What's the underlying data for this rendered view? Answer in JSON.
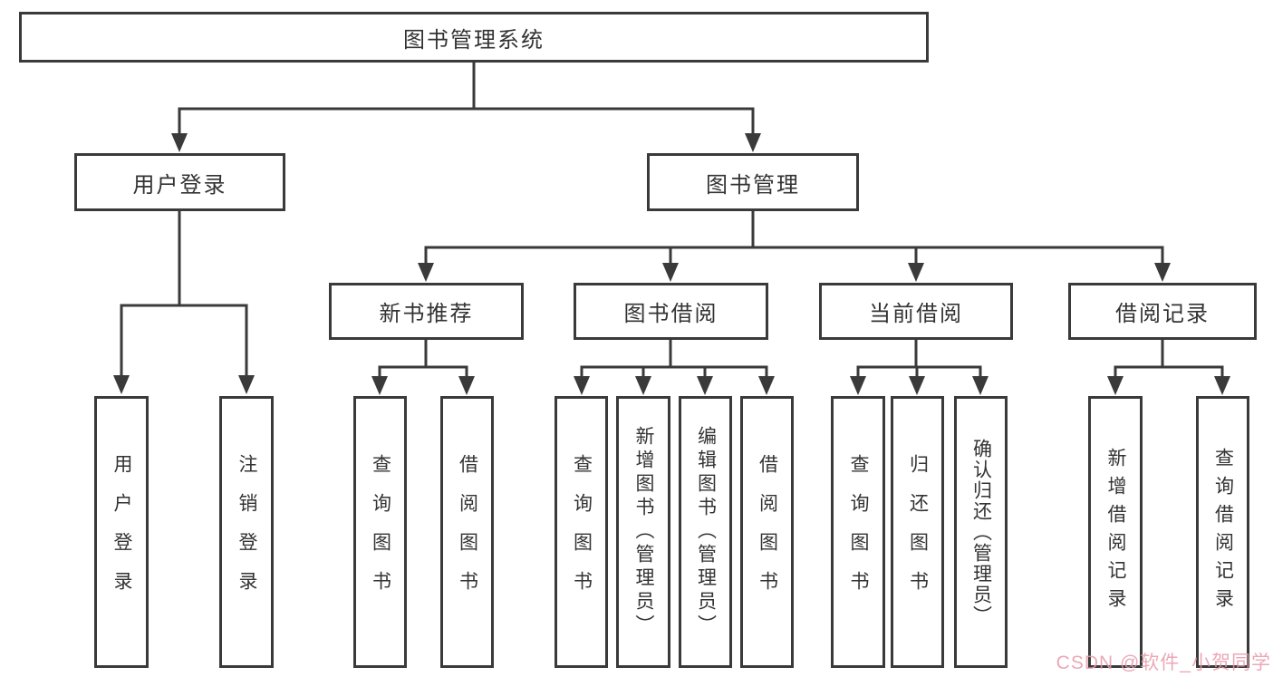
{
  "diagram": {
    "root": {
      "label": "图书管理系统"
    },
    "user_login": {
      "label": "用户登录",
      "children": [
        {
          "label": "用户登录"
        },
        {
          "label": "注销登录"
        }
      ]
    },
    "book_management": {
      "label": "图书管理",
      "groups": [
        {
          "label": "新书推荐",
          "children": [
            {
              "label": "查询图书"
            },
            {
              "label": "借阅图书"
            }
          ]
        },
        {
          "label": "图书借阅",
          "children": [
            {
              "label": "查询图书"
            },
            {
              "label": "新增图书（管理员）"
            },
            {
              "label": "编辑图书（管理员）"
            },
            {
              "label": "借阅图书"
            }
          ]
        },
        {
          "label": "当前借阅",
          "children": [
            {
              "label": "查询图书"
            },
            {
              "label": "归还图书"
            },
            {
              "label": "确认归还（管理员）"
            }
          ]
        },
        {
          "label": "借阅记录",
          "children": [
            {
              "label": "新增借阅记录"
            },
            {
              "label": "查询借阅记录"
            }
          ]
        }
      ]
    }
  },
  "colors": {
    "line": "#3a3a3a",
    "text": "#333333",
    "watermark": "#e89aab"
  },
  "watermark": {
    "text": "CSDN @软件_小贺同学"
  }
}
